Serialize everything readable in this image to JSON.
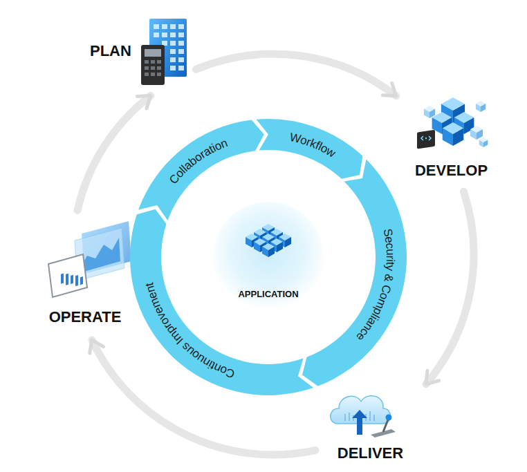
{
  "diagram": {
    "nodes": [
      {
        "text": [
          "PLAN"
        ]
      },
      {
        "text": [
          "DEVELOP"
        ]
      },
      {
        "text": [
          "DELIVER"
        ]
      },
      {
        "text": [
          "OPERATE"
        ]
      },
      {
        "text": [
          "Collaboration"
        ]
      },
      {
        "text": [
          "Workflow"
        ]
      },
      {
        "text": [
          "Security & Compliance"
        ]
      },
      {
        "text": [
          "Continuous Improvement"
        ]
      },
      {
        "text": [
          "APPLICATION"
        ]
      }
    ],
    "edges": [
      {
        "from": 0,
        "to": 1,
        "arrow": "to"
      },
      {
        "from": 1,
        "to": 2,
        "arrow": "to"
      },
      {
        "from": 2,
        "to": 3,
        "arrow": "to"
      },
      {
        "from": 3,
        "to": 0,
        "arrow": "to"
      }
    ]
  }
}
